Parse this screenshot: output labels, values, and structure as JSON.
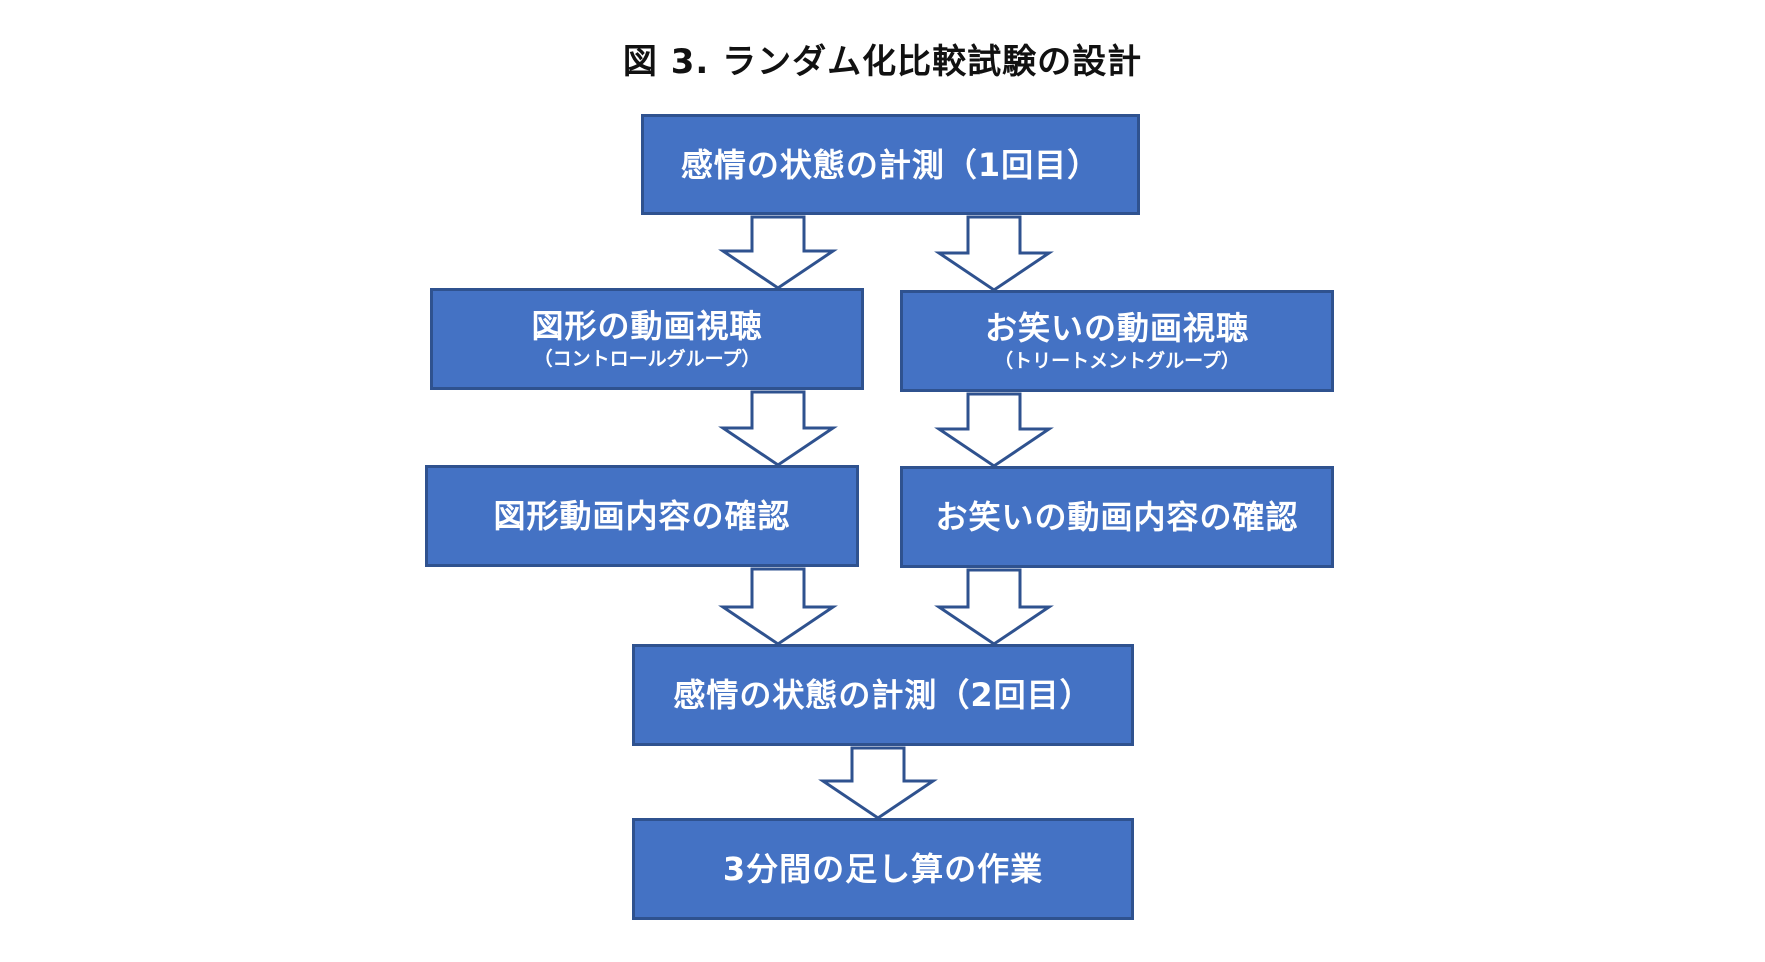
{
  "title": "図 3.  ランダム化比較試験の設計",
  "boxes": {
    "measure1": "感情の状態の計測（1回目）",
    "shape_video": "図形の動画視聴",
    "control_group": "（コントロールグループ）",
    "comedy_video": "お笑いの動画視聴",
    "treatment_group": "（トリートメントグループ）",
    "shape_confirm": "図形動画内容の確認",
    "comedy_confirm": "お笑いの動画内容の確認",
    "measure2": "感情の状態の計測（2回目）",
    "addition_task": "3分間の足し算の作業"
  },
  "colors": {
    "box_fill": "#4472c4",
    "box_border": "#2f528f",
    "arrow_stroke": "#2f528f",
    "arrow_fill": "#ffffff"
  }
}
